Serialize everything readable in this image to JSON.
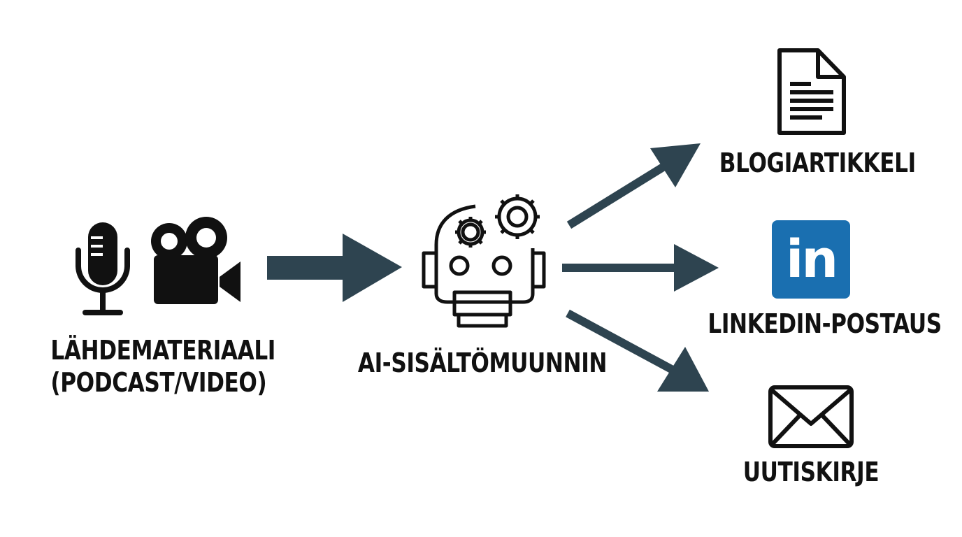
{
  "source": {
    "title_line1": "LÄHDEMATERIAALI",
    "title_line2": "(PODCAST/VIDEO)",
    "icons": [
      "microphone-icon",
      "video-camera-icon"
    ]
  },
  "processor": {
    "title": "AI-SISÄLTÖMUUNNIN",
    "icon": "robot-head-gears-icon"
  },
  "outputs": [
    {
      "label": "BLOGIARTIKKELI",
      "icon": "document-icon"
    },
    {
      "label": "LINKEDIN-POSTAUS",
      "icon": "linkedin-logo-icon",
      "logo_text": "in"
    },
    {
      "label": "UUTISKIRJE",
      "icon": "envelope-icon"
    }
  ],
  "colors": {
    "arrow": "#2e4450",
    "icon": "#111111",
    "linkedin": "#1a6fb0",
    "background": "#ffffff"
  }
}
